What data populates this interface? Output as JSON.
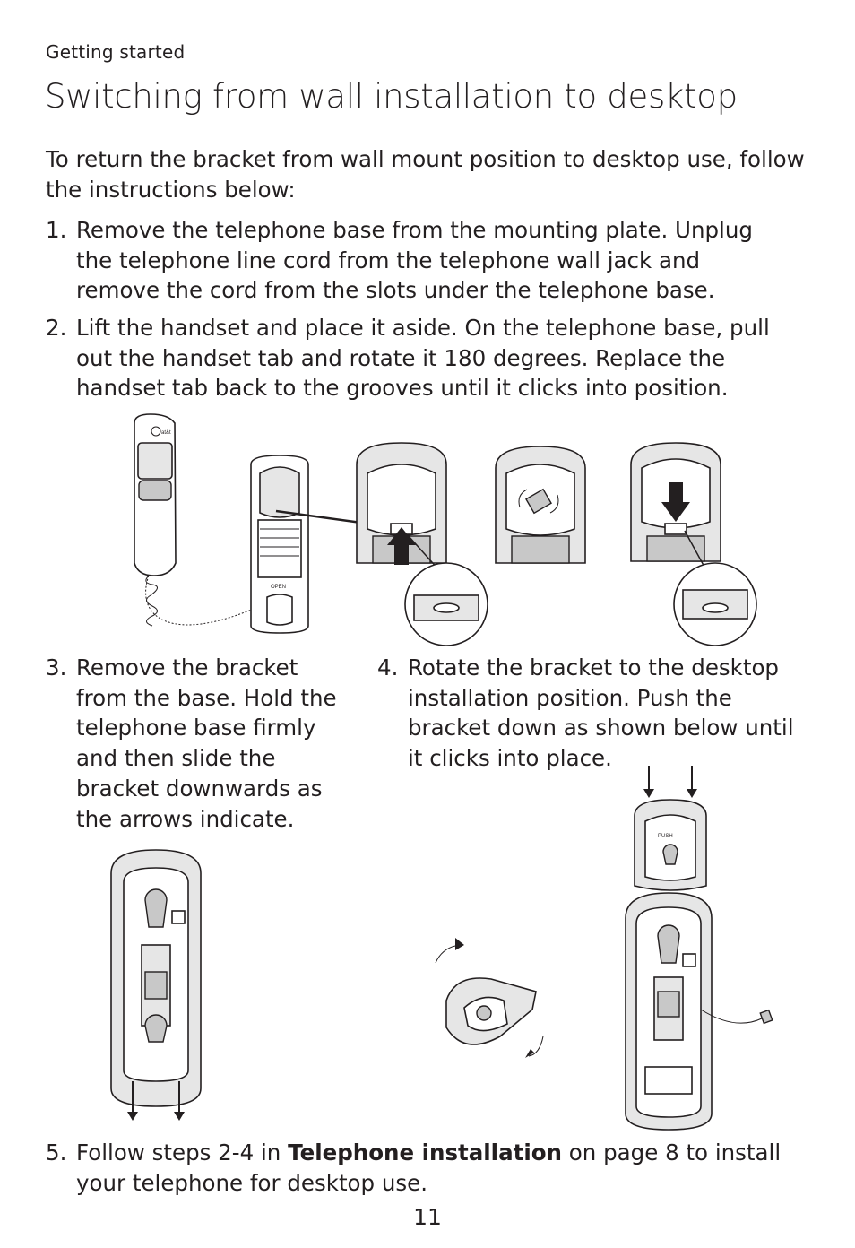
{
  "header": {
    "section": "Getting started",
    "title": "Switching from wall installation to desktop"
  },
  "intro": "To return the bracket from wall mount position to desktop use, follow the instructions below:",
  "steps": [
    {
      "num": "1.",
      "lines": [
        "Remove the telephone base from the mounting plate. Unplug",
        "the telephone line cord from the telephone wall jack and",
        "remove the cord from the slots under the telephone base."
      ]
    },
    {
      "num": "2.",
      "lines": [
        "Lift the handset and place it aside. On the telephone base, pull",
        "out the handset tab and rotate it 180 degrees. Replace the",
        "handset tab back to the grooves until it clicks into position."
      ]
    },
    {
      "num": "3.",
      "lines": [
        "Remove the bracket",
        "from the base. Hold the",
        "telephone base firmly",
        "and then slide the",
        "bracket downwards as",
        "the arrows indicate."
      ]
    },
    {
      "num": "4.",
      "lines": [
        "Rotate the bracket to the desktop",
        "installation position. Push the",
        "bracket down as shown below until",
        "it clicks into place."
      ]
    },
    {
      "num": "5.",
      "pre": "Follow steps 2-4 in ",
      "bold": "Telephone installation",
      "post": " on page 8 to install",
      "line2": "your telephone for desktop use."
    }
  ],
  "figure_labels": {
    "handset_brand": "at&t",
    "open_label": "OPEN",
    "push_label": "PUSH"
  },
  "page_number": "11"
}
